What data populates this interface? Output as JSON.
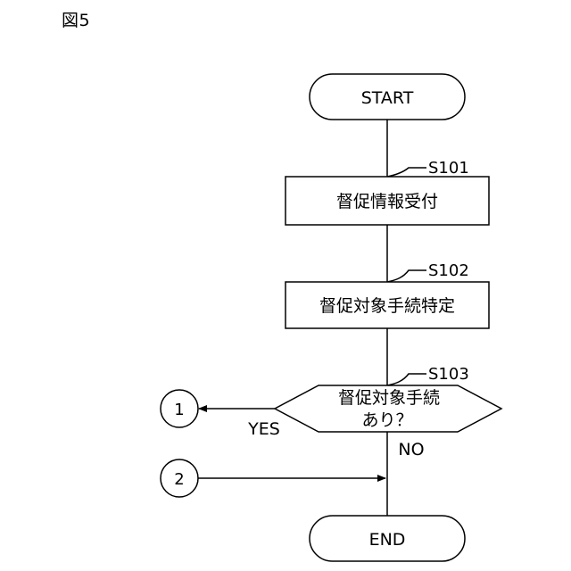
{
  "figure": {
    "label": "図5"
  },
  "flow": {
    "start": "START",
    "end": "END",
    "s101": {
      "step": "S101",
      "text": "督促情報受付"
    },
    "s102": {
      "step": "S102",
      "text": "督促対象手続特定"
    },
    "s103": {
      "step": "S103",
      "line1": "督促対象手続",
      "line2": "あり？",
      "yes": "YES",
      "no": "NO"
    },
    "connector1": "1",
    "connector2": "2"
  },
  "colors": {
    "line": "#000000",
    "background": "#ffffff"
  }
}
